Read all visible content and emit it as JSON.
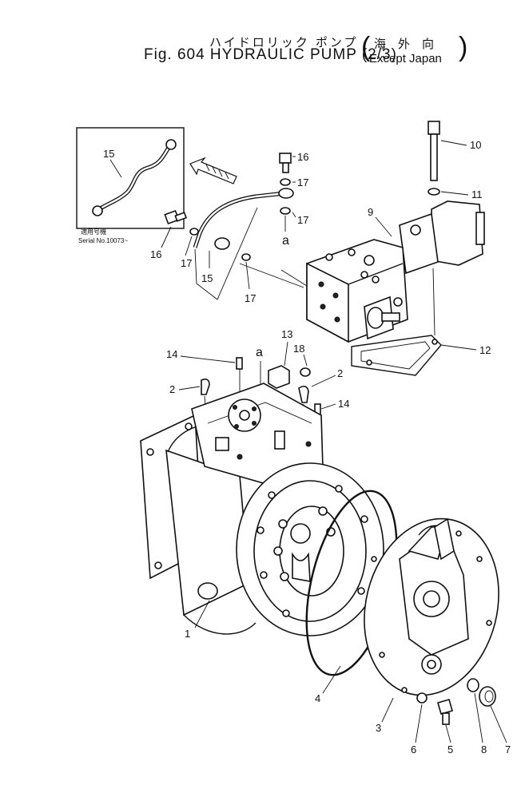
{
  "header": {
    "title_jp": "ハイドロリック ポンプ",
    "title_en": "Fig. 604 HYDRAULIC PUMP (2/3)",
    "region_jp": "海　外　向",
    "region_en": "Except Japan"
  },
  "inset": {
    "note_jp": "適用号機",
    "note_serial": "Serial No.10073~"
  },
  "labels": {
    "p1": "1",
    "p2a": "2",
    "p2b": "2",
    "p3": "3",
    "p4": "4",
    "p5": "5",
    "p6": "6",
    "p7": "7",
    "p8": "8",
    "p9": "9",
    "p10": "10",
    "p11": "11",
    "p12": "12",
    "p13": "13",
    "p14a": "14",
    "p14b": "14",
    "p15a": "15",
    "p15b": "15",
    "p16a": "16",
    "p16b": "16",
    "p17a": "17",
    "p17b": "17",
    "p17c": "17",
    "p17d": "17",
    "p18": "18",
    "ref_a1": "a",
    "ref_a2": "a"
  }
}
